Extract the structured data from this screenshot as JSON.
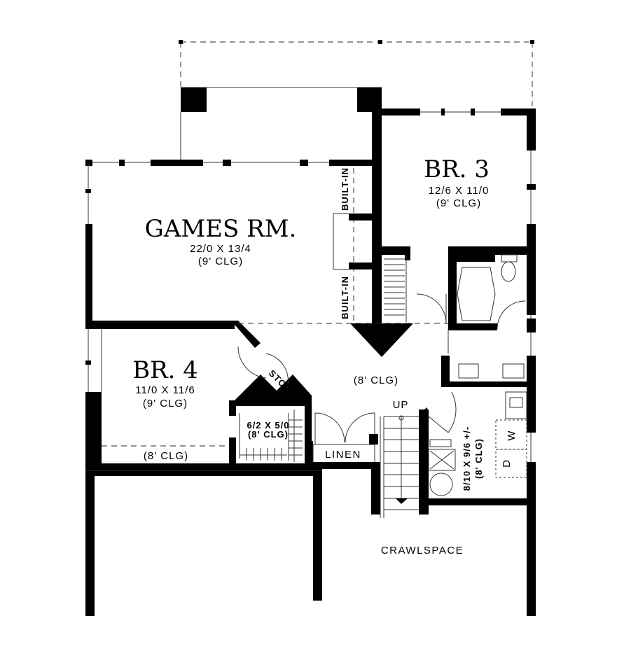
{
  "rooms": {
    "games": {
      "name": "GAMES RM.",
      "size": "22/0 X 13/4",
      "ceiling": "(9' CLG)"
    },
    "br3": {
      "name": "BR. 3",
      "size": "12/6 X 11/0",
      "ceiling": "(9' CLG)"
    },
    "br4": {
      "name": "BR. 4",
      "size": "11/0 X 11/6",
      "ceiling": "(9' CLG)",
      "closet_ceiling": "(8' CLG)"
    },
    "hall": {
      "ceiling": "(8' CLG)",
      "stair_label": "UP"
    },
    "closet": {
      "size": "6/2 X 5/0",
      "ceiling": "(8' CLG)"
    },
    "stor": {
      "name": "STOR"
    },
    "linen": {
      "name": "LINEN"
    },
    "laundry": {
      "size": "8/10 X 9/6 +/-",
      "ceiling": "(8' CLG)",
      "dryer": "D",
      "washer": "W"
    },
    "crawlspace": {
      "name": "CRAWLSPACE"
    },
    "built_in_upper": "BUILT-IN",
    "built_in_lower": "BUILT-IN"
  }
}
